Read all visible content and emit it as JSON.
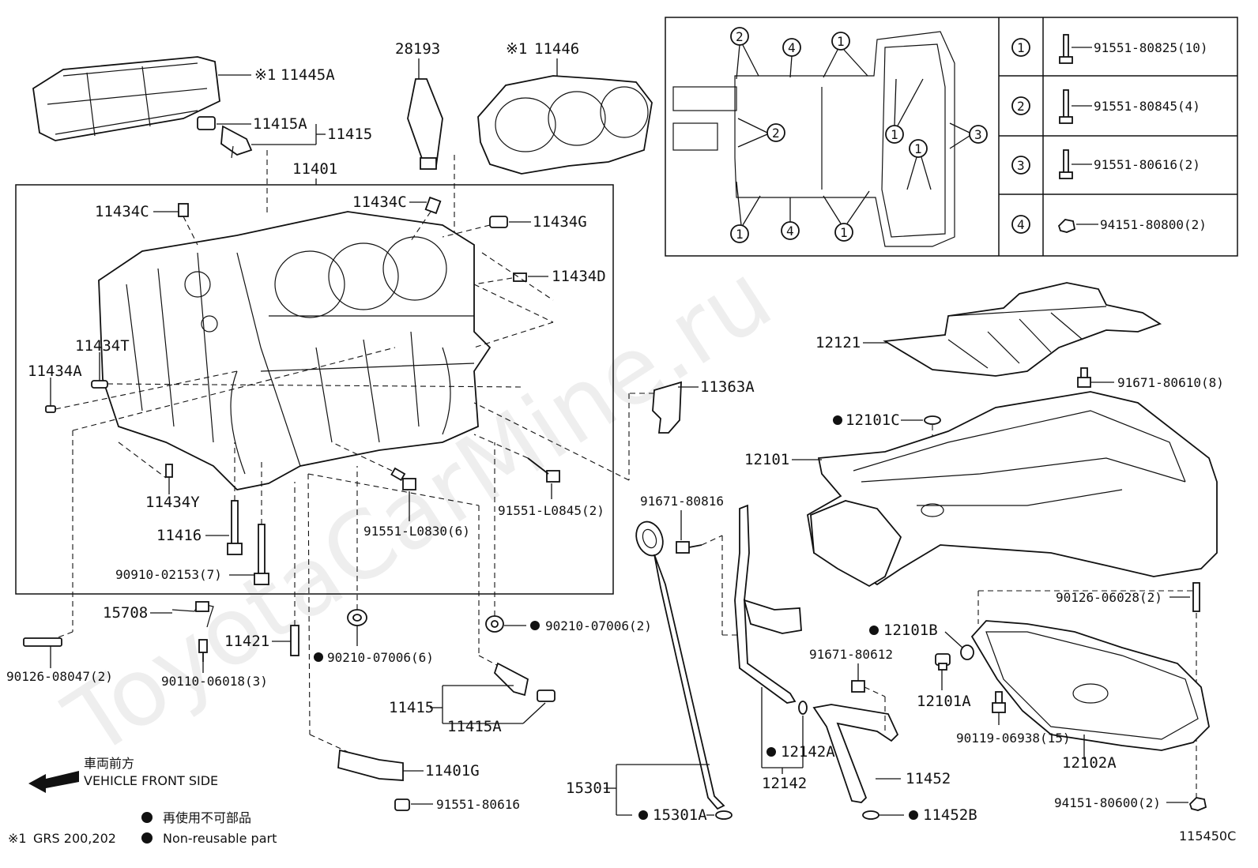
{
  "diagram_id": "115450C",
  "watermark": "ToyotaCarMine.ru",
  "footnotes": {
    "note1_mark": "※1",
    "note1_text": "GRS 200,202",
    "nonreusable_jp": "再使用不可部品",
    "nonreusable_en": "Non-reusable part"
  },
  "direction": {
    "jp": "車両前方",
    "en": "VEHICLE FRONT SIDE"
  },
  "labels": {
    "p11445A": "11445A",
    "p11445A_mark": "※1",
    "p11415A_top": "11415A",
    "p11415_top": "11415",
    "p28193": "28193",
    "p11446": "11446",
    "p11446_mark": "※1",
    "p11401": "11401",
    "p11434C_left": "11434C",
    "p11434C_mid": "11434C",
    "p11434G": "11434G",
    "p11434D": "11434D",
    "p11434T": "11434T",
    "p11434A": "11434A",
    "p11434Y": "11434Y",
    "p11416": "11416",
    "p90910": "90910-02153(7)",
    "p91551L0830": "91551-L0830(6)",
    "p91551L0845": "91551-L0845(2)",
    "p11363A": "11363A",
    "p15708": "15708",
    "p11421": "11421",
    "p90126_08047": "90126-08047(2)",
    "p90110": "90110-06018(3)",
    "p90210_6": "90210-07006(6)",
    "p90210_2": "90210-07006(2)",
    "p11415_bot": "11415",
    "p11415A_bot": "11415A",
    "p11401G": "11401G",
    "p91551_80616": "91551-80616",
    "p91671_80816": "91671-80816",
    "p15301": "15301",
    "p15301A": "15301A",
    "p12121": "12121",
    "p91671_80610": "91671-80610(8)",
    "p12101C": "12101C",
    "p12101": "12101",
    "p90126_06028": "90126-06028(2)",
    "p12101B": "12101B",
    "p91671_80612": "91671-80612",
    "p12101A": "12101A",
    "p90119": "90119-06938(15)",
    "p12102A": "12102A",
    "p12142A": "12142A",
    "p12142": "12142",
    "p11452": "11452",
    "p11452B": "11452B",
    "p94151_80600": "94151-80600(2)"
  },
  "bolt_table": [
    {
      "num": "1",
      "part": "91551-80825(10)"
    },
    {
      "num": "2",
      "part": "91551-80845(4)"
    },
    {
      "num": "3",
      "part": "91551-80616(2)"
    },
    {
      "num": "4",
      "part": "94151-80800(2)"
    }
  ],
  "callouts": {
    "c1": "1",
    "c2": "2",
    "c3": "3",
    "c4": "4"
  }
}
